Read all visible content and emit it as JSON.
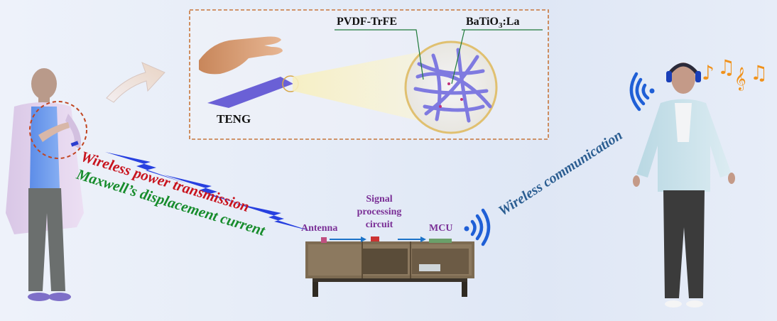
{
  "labels": {
    "pvdf": "PVDF-TrFE",
    "batio_main": "BaTiO",
    "batio_sub": "3",
    "batio_suffix": ":La",
    "teng": "TENG",
    "wireless_power": "Wireless  power transmission",
    "maxwell": "Maxwell’s displacement current",
    "wireless_comm": "Wireless communication",
    "antenna": "Antenna",
    "signal_line1": "Signal",
    "signal_line2": "processing",
    "signal_line3": "circuit",
    "mcu": "MCU"
  },
  "colors": {
    "power_text": "#c8141e",
    "maxwell_text": "#178c2c",
    "comm_text": "#2a5d91",
    "circuit_text": "#7a2f96",
    "wifi_blue": "#1f5fd6",
    "lightning_blue": "#2740e0",
    "music_orange": "#f0921c",
    "inset_border": "#c8763a"
  },
  "icons": [
    "wifi-icon",
    "lightning-icon",
    "music-note-icon",
    "arrow-icon"
  ]
}
